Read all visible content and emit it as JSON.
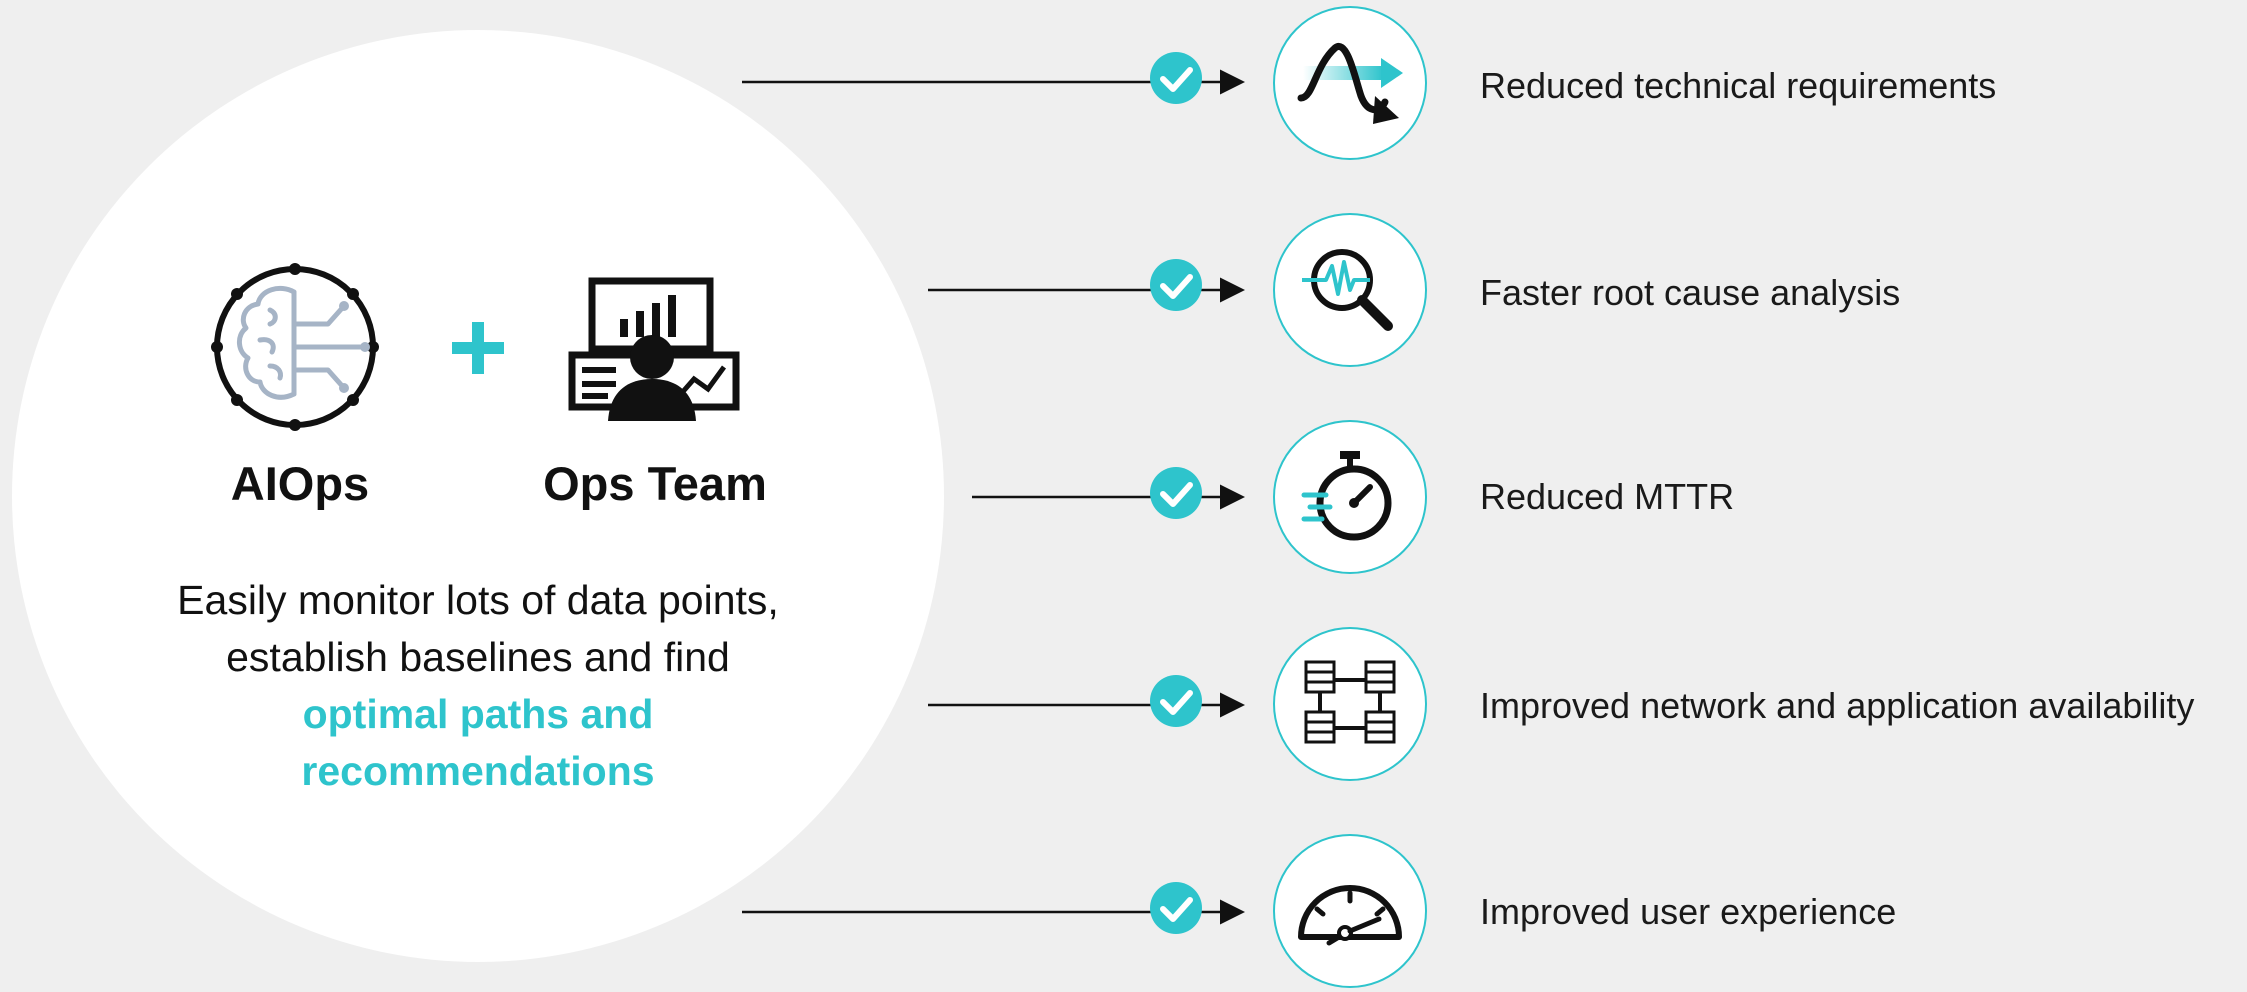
{
  "left_panel": {
    "aiops_label": "AIOps",
    "plus_sign": "+",
    "team_label": "Ops Team",
    "description_line1": "Easily monitor lots of data points,",
    "description_line2": "establish baselines and find",
    "description_highlight_line1": "optimal paths and",
    "description_highlight_line2": "recommendations"
  },
  "benefits": [
    {
      "label": "Reduced technical requirements",
      "icon": "wave-arrow-icon"
    },
    {
      "label": "Faster root cause analysis",
      "icon": "magnifier-pulse-icon"
    },
    {
      "label": "Reduced MTTR",
      "icon": "stopwatch-icon"
    },
    {
      "label": "Improved network and application availability",
      "icon": "network-servers-icon"
    },
    {
      "label": "Improved user experience",
      "icon": "speedometer-icon"
    }
  ],
  "colors": {
    "accent": "#2ec4cc",
    "background": "#efefef",
    "text": "#111111"
  }
}
